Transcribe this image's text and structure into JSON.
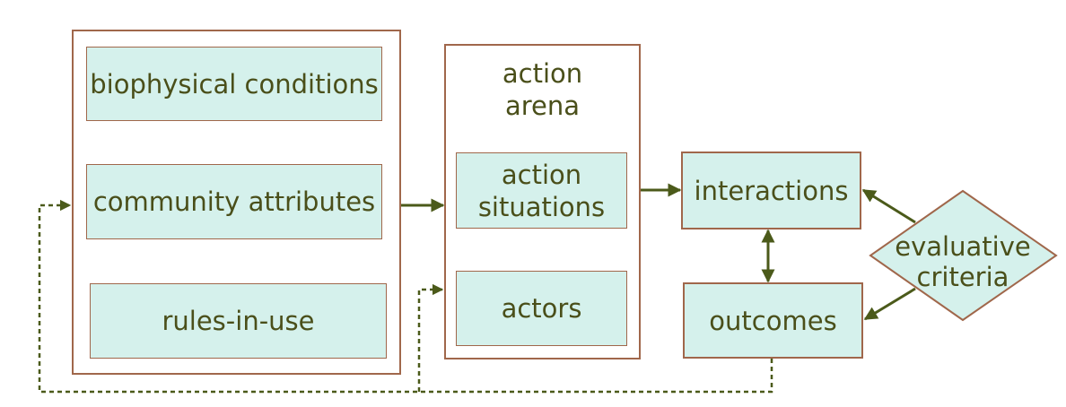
{
  "left_group": {
    "items": [
      "biophysical conditions",
      "community attributes",
      "rules-in-use"
    ]
  },
  "action_arena": {
    "title_line1": "action",
    "title_line2": "arena",
    "situations_line1": "action",
    "situations_line2": "situations",
    "actors": "actors"
  },
  "interactions": "interactions",
  "outcomes": "outcomes",
  "evaluative_criteria": {
    "line1": "evaluative",
    "line2": "criteria"
  },
  "colors": {
    "box_fill": "#d5f1ec",
    "box_border": "#a0674b",
    "text": "#4a4f1a",
    "arrow": "#4b5a1a"
  }
}
